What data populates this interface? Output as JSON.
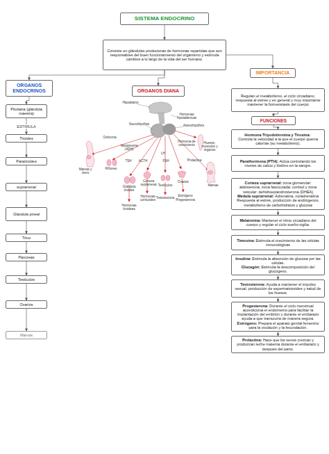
{
  "diagram": {
    "nodes": [
      {
        "text": [
          "SISTEMA ENDOCRINO"
        ]
      },
      {
        "text": [
          "Consiste en glándulas productoras de hormonas repartidas que son responsables del buen funcionamiento del organismo y estimula cambios a lo largo de la vida del ser humano."
        ]
      },
      {
        "text": [
          "ORGANOS ENDOCRINOS"
        ]
      },
      {
        "text": [
          "ORGANOS DIANA"
        ]
      },
      {
        "text": [
          "IMPORTANCIA"
        ]
      },
      {
        "text": [
          "Pituitaria (glándula maestra)"
        ]
      },
      {
        "text": [
          "Tiroides"
        ]
      },
      {
        "text": [
          "Paratiroides"
        ]
      },
      {
        "text": [
          "suprarrenal"
        ]
      },
      {
        "text": [
          "Glandula pineal"
        ]
      },
      {
        "text": [
          "Timo"
        ]
      },
      {
        "text": [
          "Pancreas"
        ]
      },
      {
        "text": [
          "Testiculos"
        ]
      },
      {
        "text": [
          "Ovarios"
        ]
      },
      {
        "text": [
          "Mamas"
        ]
      },
      {
        "text": [
          "Regulan el metabolismo, el ciclo circadiano, respuesta al estrés y en general y muy importante mantener la homeostasis del cuerpo"
        ]
      },
      {
        "text": [
          "FUNCIONES"
        ]
      },
      {
        "text": [
          "Hormona Triyodotironina y Tiroxina:",
          "Controla la velocidad a la que el cuerpo quema calorías (su metabolismo)."
        ]
      },
      {
        "text": [
          "Parathormona (PTH):",
          "Actúa controlando los niveles de calcio y fósforo en la sangre."
        ]
      },
      {
        "text": [
          "Corteza suprarrenal:",
          "zona glomerular: aldosterona, zona fasciculada: cortisol y zona reticular: dehidroepiandrosterona (DHEA)",
          "Médula suprarrenal:",
          "Adrenalina, noradrenalina",
          "Respuesta al estrés, producción de andrógenos, metabolismo de carbohidratos y glucosa"
        ]
      },
      {
        "text": [
          "Melatonina:",
          "Mantener el ritmo circadiano del cuerpo y regular el ciclo sueño-vigilia."
        ]
      },
      {
        "text": [
          "Timosina:",
          "Estimula el crecimiento de las células inmunológicas"
        ]
      },
      {
        "text": [
          "Insulina:",
          "Estimula la absorción de glucosa por las células.",
          "Glucagón:",
          "Estimula la descomposición del glucógeno."
        ]
      },
      {
        "text": [
          "Testosterona:",
          "Ayuda a mantener el impulso sexual, producción de espermatozoides y salud de los huesos."
        ]
      },
      {
        "text": [
          "Progesterona:",
          "Durante el ciclo menstrual acondiciona el endometrio para facilitar la implantación del embrión y durante el embarazo ayuda a que transcurra de manera segura.",
          "Estrógeno:",
          "Prepara el aparato genital femenino para la ovulación y la fecundación."
        ]
      },
      {
        "text": [
          "Prolactina:",
          "Hace que los senos crezcan y produzcan leche materna durante el embarazo y después del parto."
        ]
      }
    ],
    "edges": [
      {
        "from": 0,
        "to": 1,
        "arrow": "to"
      },
      {
        "from": 1,
        "to": 2,
        "arrow": "to"
      },
      {
        "from": 1,
        "to": 3,
        "arrow": "to"
      },
      {
        "from": 1,
        "to": 4,
        "arrow": "to"
      },
      {
        "from": 2,
        "to": 5,
        "arrow": "to"
      },
      {
        "from": 5,
        "to": 6,
        "label": "ESTIMULA",
        "arrow": "to"
      },
      {
        "from": 6,
        "to": 7,
        "arrow": "to"
      },
      {
        "from": 7,
        "to": 8,
        "arrow": "to"
      },
      {
        "from": 8,
        "to": 9,
        "arrow": "to"
      },
      {
        "from": 9,
        "to": 10,
        "arrow": "to"
      },
      {
        "from": 10,
        "to": 11,
        "arrow": "to"
      },
      {
        "from": 11,
        "to": 12,
        "arrow": "to"
      },
      {
        "from": 12,
        "to": 13,
        "arrow": "to"
      },
      {
        "from": 13,
        "to": 14,
        "arrow": "to"
      },
      {
        "from": 4,
        "to": 15,
        "arrow": "to"
      },
      {
        "from": 15,
        "to": 16,
        "arrow": "to"
      },
      {
        "from": 16,
        "to": 17,
        "arrow": "to"
      },
      {
        "from": 17,
        "to": 18,
        "arrow": "to"
      },
      {
        "from": 18,
        "to": 19,
        "arrow": "to"
      },
      {
        "from": 19,
        "to": 20,
        "arrow": "to"
      },
      {
        "from": 20,
        "to": 21,
        "arrow": "to"
      },
      {
        "from": 21,
        "to": 22,
        "arrow": "to"
      },
      {
        "from": 22,
        "to": 23,
        "arrow": "to"
      },
      {
        "from": 23,
        "to": 24,
        "arrow": "to"
      },
      {
        "from": 24,
        "to": 25,
        "arrow": "to"
      }
    ],
    "labels": [
      "Hipotálamo",
      "Neurohipófisis",
      "Hormonas hipotalámicas",
      "Adenohipófisis",
      "Oxitocina",
      "Vasopresina (ADH)",
      "Hormona de crecimiento",
      "Huesos, músculos y órganos",
      "LH",
      "TSH",
      "ACTH",
      "FSH",
      "Prolactina",
      "Mamas y útero",
      "Riñones",
      "Glándula tiroides",
      "Corteza suprarrenal",
      "Testículos",
      "Ovarios",
      "Hormonas tiroideas",
      "Hormonas corticoides",
      "Testosterona",
      "Estrógeno",
      "Progesterona",
      "Mamas"
    ]
  }
}
